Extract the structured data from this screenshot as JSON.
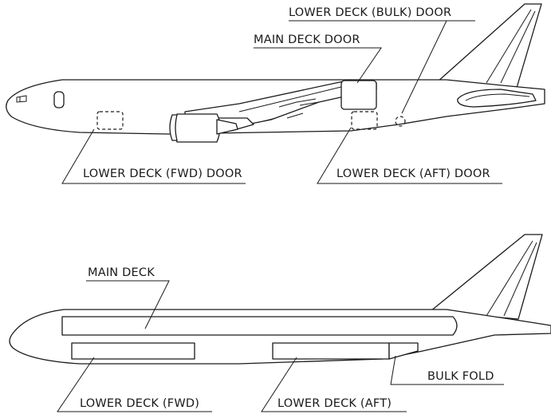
{
  "top_view": {
    "labels": {
      "bulk_door": "LOWER DECK (BULK) DOOR",
      "main_door": "MAIN DECK DOOR",
      "fwd_door": "LOWER DECK (FWD) DOOR",
      "aft_door": "LOWER DECK (AFT) DOOR"
    }
  },
  "bottom_view": {
    "labels": {
      "main_deck": "MAIN DECK",
      "lower_fwd": "LOWER DECK (FWD)",
      "lower_aft": "LOWER DECK (AFT)",
      "bulk_fold": "BULK FOLD"
    }
  }
}
